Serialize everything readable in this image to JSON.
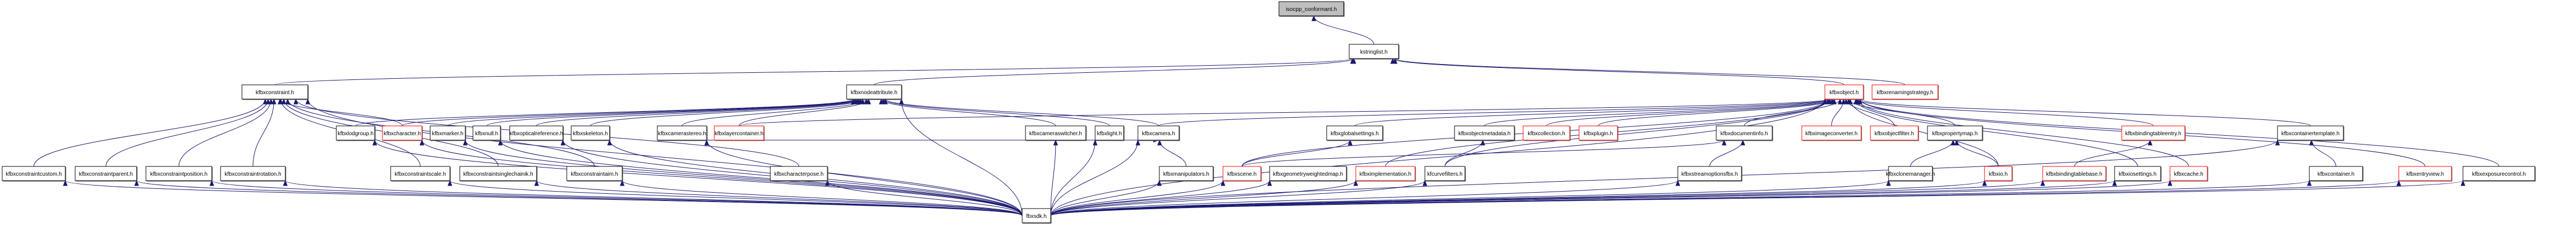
{
  "title": "Include dependency graph for isocpp_conformant.h",
  "colors": {
    "edge": "#191970",
    "truncated_border": "#ff0000",
    "root_fill": "#bfbfbf",
    "node_border": "#000000"
  },
  "nodes": [
    {
      "id": "isocpp_conformant",
      "label": "isocpp_conformant.h",
      "kind": "root"
    },
    {
      "id": "kstringlist",
      "label": "kstringlist.h",
      "kind": "normal"
    },
    {
      "id": "kfbxconstraint",
      "label": "kfbxconstraint.h",
      "kind": "normal"
    },
    {
      "id": "kfbxnodeattribute",
      "label": "kfbxnodeattribute.h",
      "kind": "normal"
    },
    {
      "id": "kfbxobject",
      "label": "kfbxobject.h",
      "kind": "truncated"
    },
    {
      "id": "kfbxrenamingstrategy",
      "label": "kfbxrenamingstrategy.h",
      "kind": "truncated"
    },
    {
      "id": "kfbxlodgroup",
      "label": "kfbxlodgroup.h",
      "kind": "normal"
    },
    {
      "id": "kfbxcharacter",
      "label": "kfbxcharacter.h",
      "kind": "truncated"
    },
    {
      "id": "kfbxmarker",
      "label": "kfbxmarker.h",
      "kind": "normal"
    },
    {
      "id": "kfbxnull",
      "label": "kfbxnull.h",
      "kind": "normal"
    },
    {
      "id": "kfbxopticalreference",
      "label": "kfbxopticalreference.h",
      "kind": "normal"
    },
    {
      "id": "kfbxskeleton",
      "label": "kfbxskeleton.h",
      "kind": "normal"
    },
    {
      "id": "kfbxcamerastereo",
      "label": "kfbxcamerastereo.h",
      "kind": "normal"
    },
    {
      "id": "kfbxlayercontainer",
      "label": "kfbxlayercontainer.h",
      "kind": "truncated"
    },
    {
      "id": "kfbxcameraswitcher",
      "label": "kfbxcameraswitcher.h",
      "kind": "normal"
    },
    {
      "id": "kfbxlight",
      "label": "kfbxlight.h",
      "kind": "normal"
    },
    {
      "id": "kfbxcamera",
      "label": "kfbxcamera.h",
      "kind": "normal"
    },
    {
      "id": "kfbxglobalsettings",
      "label": "kfbxglobalsettings.h",
      "kind": "normal"
    },
    {
      "id": "kfbxobjectmetadata",
      "label": "kfbxobjectmetadata.h",
      "kind": "normal"
    },
    {
      "id": "kfbxcollection",
      "label": "kfbxcollection.h",
      "kind": "truncated"
    },
    {
      "id": "kfbxplugin",
      "label": "kfbxplugin.h",
      "kind": "truncated"
    },
    {
      "id": "kfbxdocumentinfo",
      "label": "kfbxdocumentinfo.h",
      "kind": "normal"
    },
    {
      "id": "kfbximageconverter",
      "label": "kfbximageconverter.h",
      "kind": "truncated"
    },
    {
      "id": "kfbxobjectfilter",
      "label": "kfbxobjectfilter.h",
      "kind": "truncated"
    },
    {
      "id": "kfbxpropertymap",
      "label": "kfbxpropertymap.h",
      "kind": "normal"
    },
    {
      "id": "kfbxbindingtableentry",
      "label": "kfbxbindingtableentry.h",
      "kind": "truncated"
    },
    {
      "id": "kfbxcontainertemplate",
      "label": "kfbxcontainertemplate.h",
      "kind": "normal"
    },
    {
      "id": "kfbxconstraintcustom",
      "label": "kfbxconstraintcustom.h",
      "kind": "normal"
    },
    {
      "id": "kfbxconstraintparent",
      "label": "kfbxconstraintparent.h",
      "kind": "normal"
    },
    {
      "id": "kfbxconstraintposition",
      "label": "kfbxconstraintposition.h",
      "kind": "normal"
    },
    {
      "id": "kfbxconstraintrotation",
      "label": "kfbxconstraintrotation.h",
      "kind": "normal"
    },
    {
      "id": "kfbxconstraintscale",
      "label": "kfbxconstraintscale.h",
      "kind": "normal"
    },
    {
      "id": "kfbxconstraintsinglechainik",
      "label": "kfbxconstraintsinglechainik.h",
      "kind": "normal"
    },
    {
      "id": "kfbxconstraintaim",
      "label": "kfbxconstraintaim.h",
      "kind": "normal"
    },
    {
      "id": "kfbxcharacterpose",
      "label": "kfbxcharacterpose.h",
      "kind": "normal"
    },
    {
      "id": "kfbxmanipulators",
      "label": "kfbxmanipulators.h",
      "kind": "normal"
    },
    {
      "id": "kfbxscene",
      "label": "kfbxscene.h",
      "kind": "truncated"
    },
    {
      "id": "kfbxgeometryweightedmap",
      "label": "kfbxgeometryweightedmap.h",
      "kind": "normal"
    },
    {
      "id": "kfbximplementation",
      "label": "kfbximplementation.h",
      "kind": "truncated"
    },
    {
      "id": "kfcurvefilters",
      "label": "kfcurvefilters.h",
      "kind": "normal"
    },
    {
      "id": "kfbxstreamoptionsfbx",
      "label": "kfbxstreamoptionsfbx.h",
      "kind": "normal"
    },
    {
      "id": "kfbxclonemanager",
      "label": "kfbxclonemanager.h",
      "kind": "normal"
    },
    {
      "id": "kfbxio",
      "label": "kfbxio.h",
      "kind": "truncated"
    },
    {
      "id": "kfbxbindingtablebase",
      "label": "kfbxbindingtablebase.h",
      "kind": "truncated"
    },
    {
      "id": "kfbxiosettings",
      "label": "kfbxiosettings.h",
      "kind": "normal"
    },
    {
      "id": "kfbxcache",
      "label": "kfbxcache.h",
      "kind": "truncated"
    },
    {
      "id": "kfbxcontainer",
      "label": "kfbxcontainer.h",
      "kind": "normal"
    },
    {
      "id": "kfbxentryview",
      "label": "kfbxentryview.h",
      "kind": "truncated"
    },
    {
      "id": "kfbxexposurecontrol",
      "label": "kfbxexposurecontrol.h",
      "kind": "normal"
    },
    {
      "id": "fbxsdk",
      "label": "fbxsdk.h",
      "kind": "normal"
    }
  ],
  "edges": [
    [
      "kstringlist",
      "isocpp_conformant"
    ],
    [
      "kfbxconstraint",
      "kstringlist"
    ],
    [
      "kfbxnodeattribute",
      "kstringlist"
    ],
    [
      "kfbxobject",
      "kstringlist"
    ],
    [
      "kfbxrenamingstrategy",
      "kstringlist"
    ],
    [
      "kfbxconstraintcustom",
      "kfbxconstraint"
    ],
    [
      "kfbxconstraintparent",
      "kfbxconstraint"
    ],
    [
      "kfbxconstraintposition",
      "kfbxconstraint"
    ],
    [
      "kfbxconstraintrotation",
      "kfbxconstraint"
    ],
    [
      "kfbxconstraintscale",
      "kfbxconstraint"
    ],
    [
      "kfbxconstraintsinglechainik",
      "kfbxconstraint"
    ],
    [
      "kfbxconstraintaim",
      "kfbxconstraint"
    ],
    [
      "kfbxcharacter",
      "kfbxconstraint"
    ],
    [
      "kfbxcharacterpose",
      "kfbxconstraint"
    ],
    [
      "fbxsdk",
      "kfbxconstraint"
    ],
    [
      "kfbxlodgroup",
      "kfbxnodeattribute"
    ],
    [
      "kfbxcharacter",
      "kfbxnodeattribute"
    ],
    [
      "kfbxmarker",
      "kfbxnodeattribute"
    ],
    [
      "kfbxnull",
      "kfbxnodeattribute"
    ],
    [
      "kfbxopticalreference",
      "kfbxnodeattribute"
    ],
    [
      "kfbxskeleton",
      "kfbxnodeattribute"
    ],
    [
      "kfbxcamerastereo",
      "kfbxnodeattribute"
    ],
    [
      "kfbxlayercontainer",
      "kfbxnodeattribute"
    ],
    [
      "kfbxcameraswitcher",
      "kfbxnodeattribute"
    ],
    [
      "kfbxlight",
      "kfbxnodeattribute"
    ],
    [
      "kfbxcamera",
      "kfbxnodeattribute"
    ],
    [
      "fbxsdk",
      "kfbxnodeattribute"
    ],
    [
      "kfbxglobalsettings",
      "kfbxobject"
    ],
    [
      "kfbxobjectmetadata",
      "kfbxobject"
    ],
    [
      "kfbxcollection",
      "kfbxobject"
    ],
    [
      "kfbxplugin",
      "kfbxobject"
    ],
    [
      "kfbxdocumentinfo",
      "kfbxobject"
    ],
    [
      "kfbximageconverter",
      "kfbxobject"
    ],
    [
      "kfbxobjectfilter",
      "kfbxobject"
    ],
    [
      "kfbxpropertymap",
      "kfbxobject"
    ],
    [
      "kfbxbindingtableentry",
      "kfbxobject"
    ],
    [
      "kfbxcontainertemplate",
      "kfbxobject"
    ],
    [
      "kfbxlayercontainer",
      "kfbxobject"
    ],
    [
      "kfbxcamera",
      "kfbxobject"
    ],
    [
      "kfbxscene",
      "kfbxobject"
    ],
    [
      "kfbximplementation",
      "kfbxobject"
    ],
    [
      "kfcurvefilters",
      "kfbxobject"
    ],
    [
      "kfbxio",
      "kfbxobject"
    ],
    [
      "kfbxiosettings",
      "kfbxobject"
    ],
    [
      "kfbxcache",
      "kfbxobject"
    ],
    [
      "kfbxentryview",
      "kfbxobject"
    ],
    [
      "kfbxexposurecontrol",
      "kfbxobject"
    ],
    [
      "kfbxcamerastereo",
      "kfbxcamera"
    ],
    [
      "kfbxmanipulators",
      "kfbxcamera"
    ],
    [
      "kfbxscene",
      "kfbxglobalsettings"
    ],
    [
      "kfcurvefilters",
      "kfbxobjectmetadata"
    ],
    [
      "kfbxstreamoptionsfbx",
      "kfbxdocumentinfo"
    ],
    [
      "kfbxscene",
      "kfbxdocumentinfo"
    ],
    [
      "kfbxclonemanager",
      "kfbxpropertymap"
    ],
    [
      "kfbxio",
      "kfbxpropertymap"
    ],
    [
      "kfbxbindingtablebase",
      "kfbxbindingtableentry"
    ],
    [
      "kfbxcontainer",
      "kfbxcontainertemplate"
    ],
    [
      "fbxsdk",
      "kfbxcontainertemplate"
    ],
    [
      "fbxsdk",
      "kfbxconstraintcustom"
    ],
    [
      "fbxsdk",
      "kfbxconstraintparent"
    ],
    [
      "fbxsdk",
      "kfbxconstraintposition"
    ],
    [
      "fbxsdk",
      "kfbxconstraintrotation"
    ],
    [
      "fbxsdk",
      "kfbxconstraintscale"
    ],
    [
      "fbxsdk",
      "kfbxconstraintsinglechainik"
    ],
    [
      "fbxsdk",
      "kfbxconstraintaim"
    ],
    [
      "fbxsdk",
      "kfbxcharacterpose"
    ],
    [
      "fbxsdk",
      "kfbxlodgroup"
    ],
    [
      "fbxsdk",
      "kfbxcharacter"
    ],
    [
      "fbxsdk",
      "kfbxmarker"
    ],
    [
      "fbxsdk",
      "kfbxnull"
    ],
    [
      "fbxsdk",
      "kfbxopticalreference"
    ],
    [
      "fbxsdk",
      "kfbxskeleton"
    ],
    [
      "fbxsdk",
      "kfbxcamerastereo"
    ],
    [
      "fbxsdk",
      "kfbxcameraswitcher"
    ],
    [
      "fbxsdk",
      "kfbxlight"
    ],
    [
      "fbxsdk",
      "kfbxcamera"
    ],
    [
      "fbxsdk",
      "kfbxmanipulators"
    ],
    [
      "fbxsdk",
      "kfbxscene"
    ],
    [
      "fbxsdk",
      "kfbxgeometryweightedmap"
    ],
    [
      "fbxsdk",
      "kfbximplementation"
    ],
    [
      "fbxsdk",
      "kfcurvefilters"
    ],
    [
      "fbxsdk",
      "kfbxstreamoptionsfbx"
    ],
    [
      "fbxsdk",
      "kfbxclonemanager"
    ],
    [
      "fbxsdk",
      "kfbxio"
    ],
    [
      "fbxsdk",
      "kfbxbindingtablebase"
    ],
    [
      "fbxsdk",
      "kfbxiosettings"
    ],
    [
      "fbxsdk",
      "kfbxcache"
    ],
    [
      "fbxsdk",
      "kfbxcontainer"
    ],
    [
      "fbxsdk",
      "kfbxentryview"
    ],
    [
      "fbxsdk",
      "kfbxexposurecontrol"
    ],
    [
      "fbxsdk",
      "kfbxobject"
    ]
  ]
}
